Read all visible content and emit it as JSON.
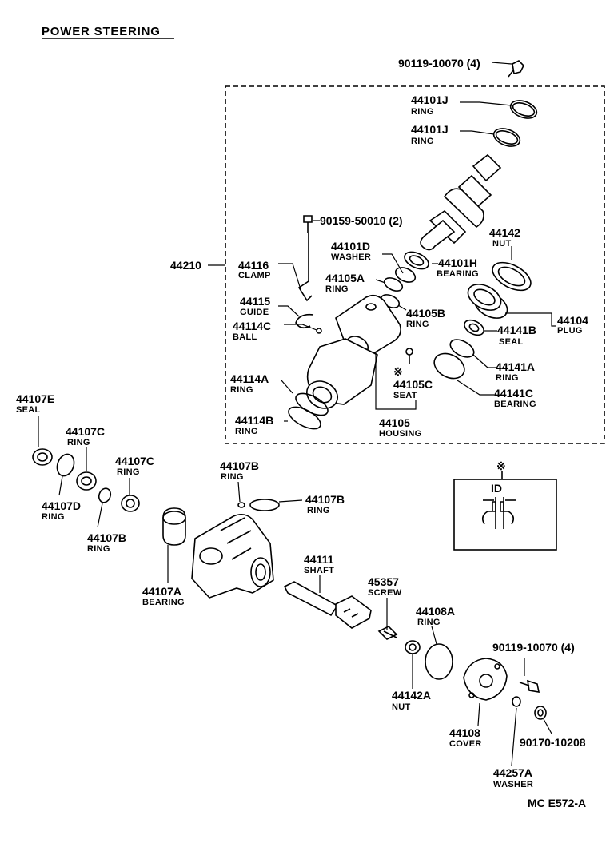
{
  "title": "POWER STEERING",
  "footer_code": "MC E572-A",
  "asterisk": "※",
  "inset_label": "ID",
  "group_label": "44210",
  "parts": [
    {
      "id": "p1",
      "number": "90119-10070 (4)",
      "name": ""
    },
    {
      "id": "p2",
      "number": "44101J",
      "name": "RING"
    },
    {
      "id": "p3",
      "number": "44101J",
      "name": "RING"
    },
    {
      "id": "p4",
      "number": "90159-50010 (2)",
      "name": ""
    },
    {
      "id": "p5",
      "number": "44142",
      "name": "NUT"
    },
    {
      "id": "p6",
      "number": "44101D",
      "name": "WASHER"
    },
    {
      "id": "p7",
      "number": "44101H",
      "name": "BEARING"
    },
    {
      "id": "p8",
      "number": "44116",
      "name": "CLAMP"
    },
    {
      "id": "p9",
      "number": "44105A",
      "name": "RING"
    },
    {
      "id": "p10",
      "number": "44115",
      "name": "GUIDE"
    },
    {
      "id": "p11",
      "number": "44105B",
      "name": "RING"
    },
    {
      "id": "p12",
      "number": "44104",
      "name": "PLUG"
    },
    {
      "id": "p13",
      "number": "44114C",
      "name": "BALL"
    },
    {
      "id": "p14",
      "number": "44141B",
      "name": "SEAL"
    },
    {
      "id": "p15",
      "number": "44141A",
      "name": "RING"
    },
    {
      "id": "p16",
      "number": "44114A",
      "name": "RING"
    },
    {
      "id": "p17",
      "number": "44105C",
      "name": "SEAT"
    },
    {
      "id": "p18",
      "number": "44141C",
      "name": "BEARING"
    },
    {
      "id": "p19",
      "number": "44114B",
      "name": "RING"
    },
    {
      "id": "p20",
      "number": "44105",
      "name": "HOUSING"
    },
    {
      "id": "p21",
      "number": "44107E",
      "name": "SEAL"
    },
    {
      "id": "p22",
      "number": "44107C",
      "name": "RING"
    },
    {
      "id": "p23",
      "number": "44107C",
      "name": "RING"
    },
    {
      "id": "p24",
      "number": "44107B",
      "name": "RING"
    },
    {
      "id": "p25",
      "number": "44107B",
      "name": "RING"
    },
    {
      "id": "p26",
      "number": "44107D",
      "name": "RING"
    },
    {
      "id": "p27",
      "number": "44107B",
      "name": "RING"
    },
    {
      "id": "p28",
      "number": "44111",
      "name": "SHAFT"
    },
    {
      "id": "p29",
      "number": "45357",
      "name": "SCREW"
    },
    {
      "id": "p30",
      "number": "44108A",
      "name": "RING"
    },
    {
      "id": "p31",
      "number": "44107A",
      "name": "BEARING"
    },
    {
      "id": "p32",
      "number": "90119-10070 (4)",
      "name": ""
    },
    {
      "id": "p33",
      "number": "44142A",
      "name": "NUT"
    },
    {
      "id": "p34",
      "number": "44108",
      "name": "COVER"
    },
    {
      "id": "p35",
      "number": "90170-10208",
      "name": ""
    },
    {
      "id": "p36",
      "number": "44257A",
      "name": "WASHER"
    }
  ]
}
